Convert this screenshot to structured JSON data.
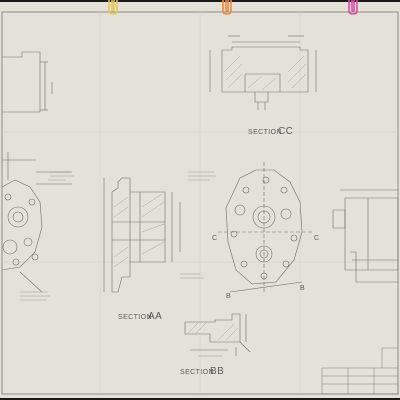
{
  "colors": {
    "paper": "#e4e1d9",
    "ink": "#6e6d69",
    "background": "#1a1a18",
    "clip_yellow": "#e9c84a",
    "clip_orange": "#f08a3a",
    "clip_magenta": "#e24aa8"
  },
  "sections": {
    "cc": {
      "title": "SECTION",
      "letters": "CC"
    },
    "aa": {
      "title": "SECTION",
      "letters": "AA"
    },
    "bb": {
      "title": "SECTION",
      "letters": "BB"
    }
  },
  "callouts": {
    "c_left": "C",
    "c_right": "C",
    "b_left": "B",
    "b_right": "B"
  }
}
